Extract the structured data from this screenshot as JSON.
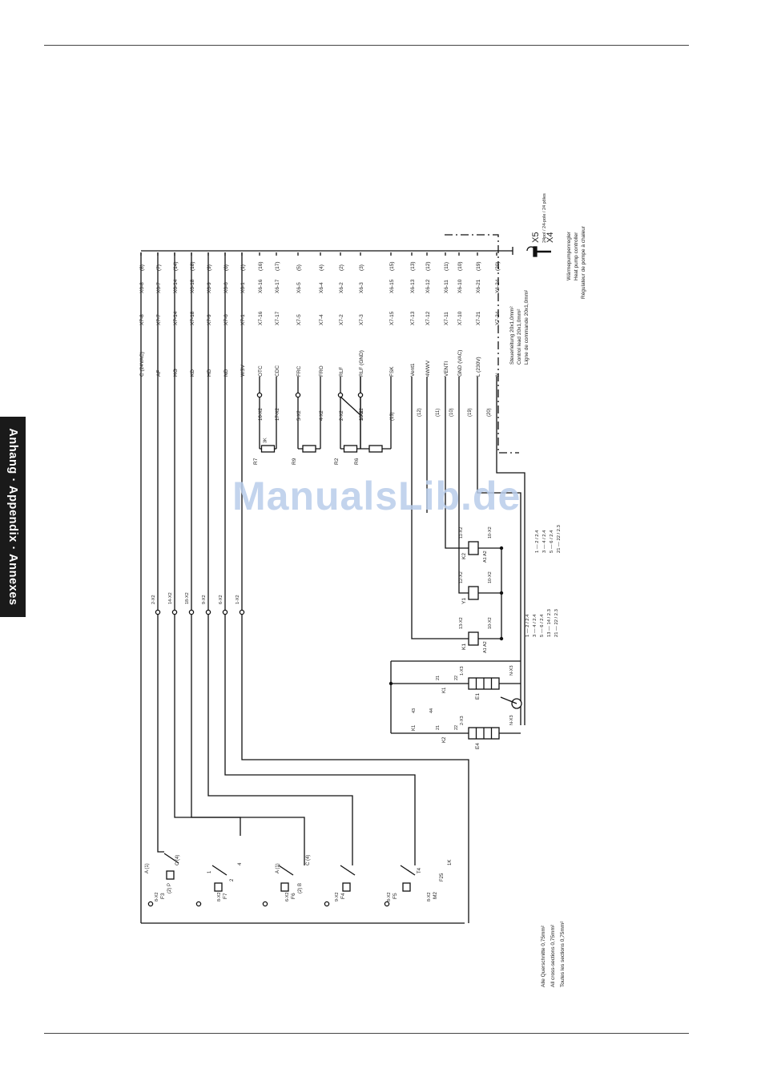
{
  "side_tab": "Anhang · Appendix · Annexes",
  "watermark": "ManualsLib.de",
  "connector": {
    "x5": "X5",
    "x4": "X4",
    "pins": "24pol / 24-pole / 24 pôles",
    "controller_de": "Wärmepumpenregler",
    "controller_en": "Heat pump controller",
    "controller_fr": "Régulateur de pompe à chaleur",
    "lead_de": "Steuerleitung 20x1,0mm²",
    "lead_en": "Control lead 20x1,0mm²",
    "lead_fr": "Ligne de commande 20x1,0mm²"
  },
  "terminals": [
    {
      "signal": "C (24VAC)",
      "x7": "X7-8",
      "x6": "X6-8",
      "pin": "(8)"
    },
    {
      "signal": "AF",
      "x7": "X7-7",
      "x6": "X6-7",
      "pin": "(7)"
    },
    {
      "signal": "HG",
      "x7": "X7-14",
      "x6": "X6-14",
      "pin": "(14)"
    },
    {
      "signal": "KD",
      "x7": "X7-18",
      "x6": "X6-18",
      "pin": "(18)"
    },
    {
      "signal": "HD",
      "x7": "X7-9",
      "x6": "X6-9",
      "pin": "(9)"
    },
    {
      "signal": "ND",
      "x7": "X7-6",
      "x6": "X6-6",
      "pin": "(6)"
    },
    {
      "signal": "WSV",
      "x7": "X7-1",
      "x6": "X6-1",
      "pin": "(1)"
    },
    {
      "signal": "OTC",
      "x7": "X7-16",
      "x6": "X6-16",
      "pin": "(16)"
    },
    {
      "signal": "CDC",
      "x7": "X7-17",
      "x6": "X6-17",
      "pin": "(17)"
    },
    {
      "signal": "FRC",
      "x7": "X7-5",
      "x6": "X6-5",
      "pin": "(5)"
    },
    {
      "signal": "FRO",
      "x7": "X7-4",
      "x6": "X6-4",
      "pin": "(4)"
    },
    {
      "signal": "RLF",
      "x7": "X7-2",
      "x6": "X6-2",
      "pin": "(2)"
    },
    {
      "signal": "RLF (GND)",
      "x7": "X7-3",
      "x6": "X6-3",
      "pin": "(3)"
    },
    {
      "signal": "FSK",
      "x7": "X7-15",
      "x6": "X6-15",
      "pin": "(15)"
    },
    {
      "signal": "Vent1",
      "x7": "X7-13",
      "x6": "X6-13",
      "pin": "(13)"
    },
    {
      "signal": "4WWV",
      "x7": "X7-12",
      "x6": "X6-12",
      "pin": "(12)"
    },
    {
      "signal": "VENTI",
      "x7": "X7-11",
      "x6": "X6-11",
      "pin": "(11)"
    },
    {
      "signal": "GND (VAC)",
      "x7": "X7-10",
      "x6": "X6-10",
      "pin": "(10)"
    },
    {
      "signal": "L (230V)",
      "x7": "X7-21",
      "x6": "X6-21",
      "pin": "(19)"
    },
    {
      "signal": "N",
      "x7": "X7-24",
      "x6": "X6-24",
      "pin": "(20)"
    }
  ],
  "sensors": [
    {
      "id": "R7",
      "value": "3K",
      "a": "16-X2",
      "b": "17-X2"
    },
    {
      "id": "R9",
      "a": "5-X2",
      "b": "4-X2"
    },
    {
      "id": "R2",
      "a": "2-X2",
      "b": "3-X2"
    },
    {
      "id": "R6",
      "a": "15-X2",
      "b": "(13)"
    }
  ],
  "mid_labels": [
    "(12)",
    "(11)",
    "(10)",
    "(19)",
    "(20)"
  ],
  "relays": [
    {
      "id": "K2",
      "coil": "A1 A2",
      "top": "11-X2",
      "bot": "10-X2"
    },
    {
      "id": "Y1",
      "top": "12-X2",
      "bot": "10-X2"
    },
    {
      "id": "K1",
      "coil": "A1 A2",
      "top": "13-X2",
      "bot": "10-X2"
    }
  ],
  "contacts_k2": [
    "1 — 2 / 2.4",
    "3 — 4 / 2.4",
    "5 — 6 / 2.4",
    "21 — 22 / 2.3"
  ],
  "contacts_k1": [
    "1 — 2 / 2.4",
    "3 — 4 / 2.4",
    "5 — 6 / 2.4",
    "13 — 14 / 2.3",
    "21 — 22 / 2.3"
  ],
  "heaters": [
    {
      "id": "E1",
      "l": "1-X3",
      "n": "N-X3",
      "k": "K1",
      "c1": "21",
      "c2": "22"
    },
    {
      "id": "E4",
      "l": "2-X3",
      "n": "N-X3",
      "k": "K2",
      "c1": "21",
      "c2": "22"
    }
  ],
  "k1_contact": [
    "K1",
    "43",
    "44"
  ],
  "switch_labels": [
    {
      "id": "F3",
      "a": "A (1)",
      "c": "C (4)",
      "p": "(2) P",
      "t": "8-X2"
    },
    {
      "id": "F7",
      "a": "1",
      "b": "2",
      "c": "4",
      "t": "8-X2"
    },
    {
      "id": "F6",
      "a": "A (1)",
      "c": "C (4)",
      "p": "(2) B",
      "t": "6-X2"
    },
    {
      "id": "F4",
      "t": "9-X2"
    },
    {
      "id": "F5",
      "t": "8-X2"
    },
    {
      "id": "M2",
      "a": "T4",
      "b": "F25",
      "c": "1K",
      "t": "8-X2"
    }
  ],
  "left_connectors": [
    "2-X2",
    "14-X2",
    "18-X2",
    "9-X2",
    "6-X2",
    "1-X2"
  ],
  "cross_section_de": "Alle Querschnitte 0,75mm²",
  "cross_section_en": "All cross-sections 0,75mm²",
  "cross_section_fr": "Toutes les sections 0,75mm²"
}
